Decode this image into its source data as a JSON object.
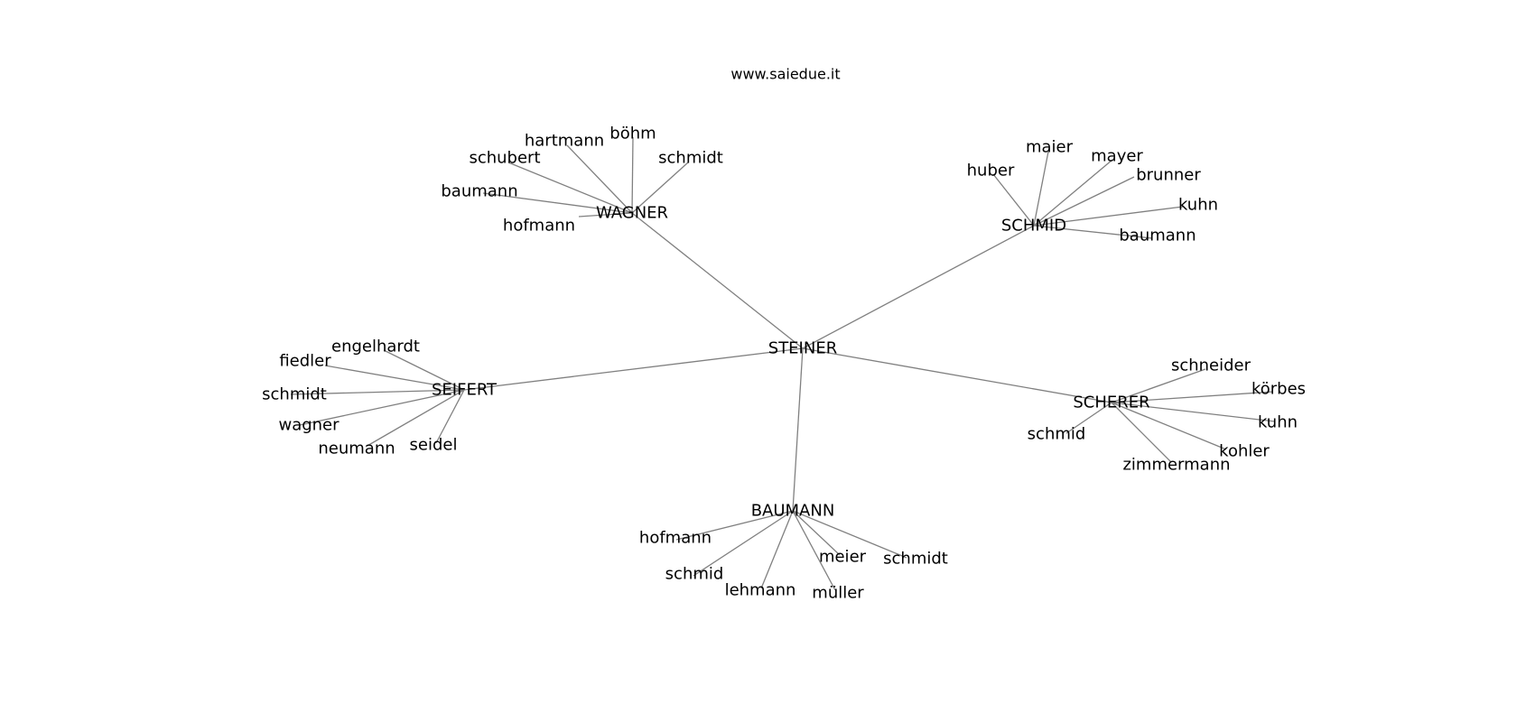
{
  "header": {
    "site": "www.saiedue.it"
  },
  "graph": {
    "center": "STEINER",
    "hubs": [
      {
        "id": "WAGNER",
        "label": "WAGNER",
        "leaves": [
          "hartmann",
          "böhm",
          "schmidt",
          "schubert",
          "baumann",
          "hofmann"
        ]
      },
      {
        "id": "SCHMID",
        "label": "SCHMID",
        "leaves": [
          "maier",
          "mayer",
          "huber",
          "brunner",
          "kuhn",
          "baumann"
        ]
      },
      {
        "id": "SEIFERT",
        "label": "SEIFERT",
        "leaves": [
          "engelhardt",
          "fiedler",
          "schmidt",
          "wagner",
          "neumann",
          "seidel"
        ]
      },
      {
        "id": "SCHERER",
        "label": "SCHERER",
        "leaves": [
          "schneider",
          "körbes",
          "kuhn",
          "kohler",
          "zimmermann",
          "schmid"
        ]
      },
      {
        "id": "BAUMANN",
        "label": "BAUMANN",
        "leaves": [
          "hofmann",
          "schmid",
          "lehmann",
          "meier",
          "müller",
          "schmidt"
        ]
      }
    ]
  },
  "colors": {
    "edge": "#808080",
    "text": "#000000",
    "background": "#ffffff"
  }
}
